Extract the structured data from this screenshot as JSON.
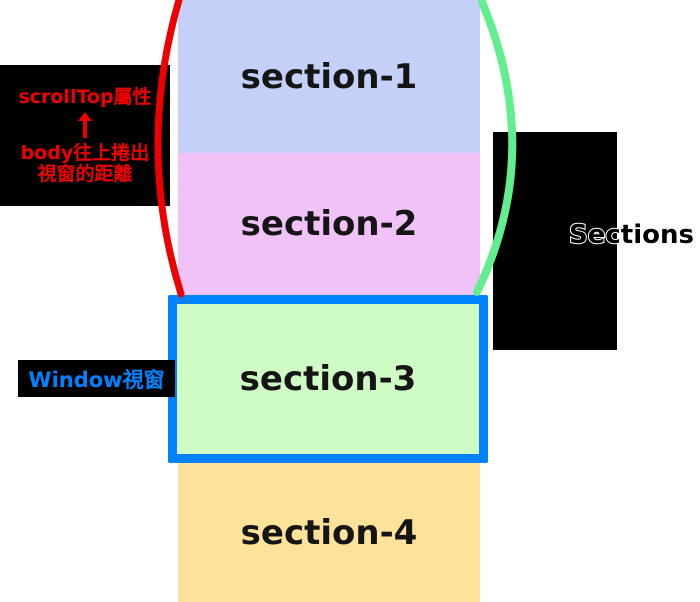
{
  "diagram_title": "scrollTop diagram",
  "sections": [
    {
      "label": "section-1",
      "bg": "#c4d0f8"
    },
    {
      "label": "section-2",
      "bg": "#f0c2f8"
    },
    {
      "label": "section-3",
      "bg": "#cffcc4"
    },
    {
      "label": "section-4",
      "bg": "#fde299"
    }
  ],
  "annotations": {
    "scrolltop_box": {
      "line1": "scrollTop屬性",
      "line2": "body往上捲出",
      "line3": "視窗的距離",
      "text_color": "#ee0000",
      "arrow_icon": "arrow-up"
    },
    "window_box": {
      "label": "Window視窗",
      "text_color": "#0081fe"
    },
    "right_box": {
      "label": "Sections"
    }
  },
  "colors": {
    "red_bracket": "#ee0000",
    "green_bracket": "#62ee8e",
    "window_border": "#0081fe",
    "annotation_box_bg": "#000000",
    "section_text": "#151515",
    "background": "#ffffff"
  }
}
